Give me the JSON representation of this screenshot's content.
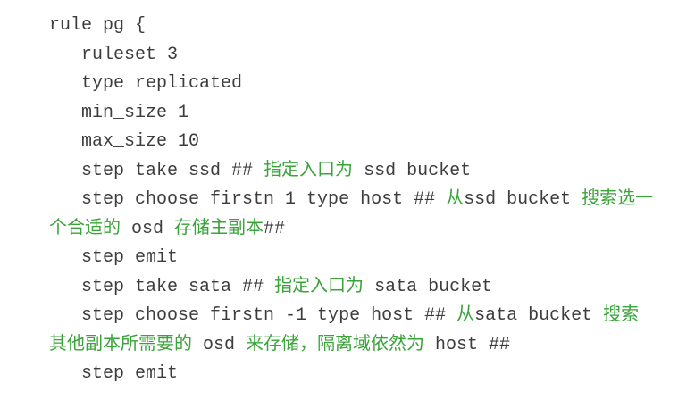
{
  "colors": {
    "code_text": "#3d3d3d",
    "comment_text": "#3aa33a",
    "background": "#ffffff"
  },
  "code_block": {
    "lines": [
      {
        "segments": [
          {
            "text": "rule pg {",
            "color": "code"
          }
        ]
      },
      {
        "segments": [
          {
            "text": "   ruleset 3",
            "color": "code"
          }
        ]
      },
      {
        "segments": [
          {
            "text": "   type replicated",
            "color": "code"
          }
        ]
      },
      {
        "segments": [
          {
            "text": "   min_size 1",
            "color": "code"
          }
        ]
      },
      {
        "segments": [
          {
            "text": "   max_size 10",
            "color": "code"
          }
        ]
      },
      {
        "segments": [
          {
            "text": "   step take ssd ## ",
            "color": "code"
          },
          {
            "text": "指定入口为",
            "color": "comment"
          },
          {
            "text": " ssd bucket",
            "color": "code"
          }
        ]
      },
      {
        "segments": [
          {
            "text": "   step choose firstn 1 type host ## ",
            "color": "code"
          },
          {
            "text": "从",
            "color": "comment"
          },
          {
            "text": "ssd bucket ",
            "color": "code"
          },
          {
            "text": "搜索选一",
            "color": "comment"
          }
        ]
      },
      {
        "segments": [
          {
            "text": "个合适的",
            "color": "comment"
          },
          {
            "text": " osd ",
            "color": "code"
          },
          {
            "text": "存储主副本",
            "color": "comment"
          },
          {
            "text": "##",
            "color": "code"
          }
        ]
      },
      {
        "segments": [
          {
            "text": "   step emit",
            "color": "code"
          }
        ]
      },
      {
        "segments": [
          {
            "text": "   step take sata ## ",
            "color": "code"
          },
          {
            "text": "指定入口为",
            "color": "comment"
          },
          {
            "text": " sata bucket",
            "color": "code"
          }
        ]
      },
      {
        "segments": [
          {
            "text": "   step choose firstn -1 type host ## ",
            "color": "code"
          },
          {
            "text": "从",
            "color": "comment"
          },
          {
            "text": "sata bucket ",
            "color": "code"
          },
          {
            "text": "搜索",
            "color": "comment"
          }
        ]
      },
      {
        "segments": [
          {
            "text": "其他副本所需要的",
            "color": "comment"
          },
          {
            "text": " osd ",
            "color": "code"
          },
          {
            "text": "来存储，隔离域依然为",
            "color": "comment"
          },
          {
            "text": " host ##",
            "color": "code"
          }
        ]
      },
      {
        "segments": [
          {
            "text": "   step emit",
            "color": "code"
          }
        ]
      }
    ]
  }
}
